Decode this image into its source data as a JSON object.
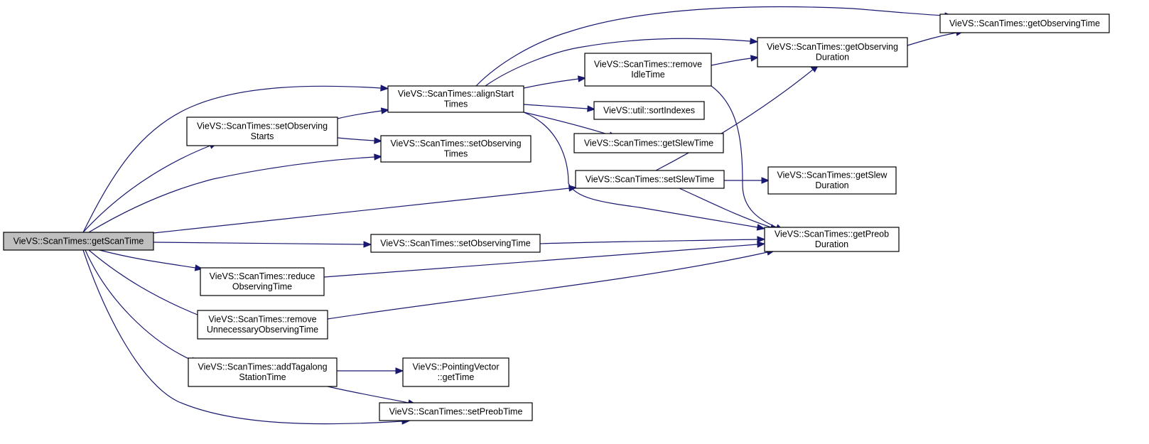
{
  "graph": {
    "root": "getScanTime",
    "edge_color": "#191970",
    "root_fill": "#bfbfbf",
    "nodes": [
      {
        "id": "getScanTime",
        "lines": [
          "VieVS::ScanTimes::getScanTime"
        ],
        "root": true
      },
      {
        "id": "alignStartTimes",
        "lines": [
          "VieVS::ScanTimes::alignStart",
          "Times"
        ]
      },
      {
        "id": "setObservingStarts",
        "lines": [
          "VieVS::ScanTimes::setObserving",
          "Starts"
        ]
      },
      {
        "id": "setObservingTimes",
        "lines": [
          "VieVS::ScanTimes::setObserving",
          "Times"
        ]
      },
      {
        "id": "setSlewTime",
        "lines": [
          "VieVS::ScanTimes::setSlewTime"
        ]
      },
      {
        "id": "setObservingTime",
        "lines": [
          "VieVS::ScanTimes::setObservingTime"
        ]
      },
      {
        "id": "reduceObservingTime",
        "lines": [
          "VieVS::ScanTimes::reduce",
          "ObservingTime"
        ]
      },
      {
        "id": "removeUnnecessaryObservingTime",
        "lines": [
          "VieVS::ScanTimes::remove",
          "UnnecessaryObservingTime"
        ]
      },
      {
        "id": "addTagalongStationTime",
        "lines": [
          "VieVS::ScanTimes::addTagalong",
          "StationTime"
        ]
      },
      {
        "id": "setPreobTime",
        "lines": [
          "VieVS::ScanTimes::setPreobTime"
        ]
      },
      {
        "id": "getObservingTime",
        "lines": [
          "VieVS::ScanTimes::getObservingTime"
        ]
      },
      {
        "id": "getObservingDuration",
        "lines": [
          "VieVS::ScanTimes::getObserving",
          "Duration"
        ]
      },
      {
        "id": "removeIdleTime",
        "lines": [
          "VieVS::ScanTimes::remove",
          "IdleTime"
        ]
      },
      {
        "id": "sortIndexes",
        "lines": [
          "VieVS::util::sortIndexes"
        ]
      },
      {
        "id": "getSlewTime",
        "lines": [
          "VieVS::ScanTimes::getSlewTime"
        ]
      },
      {
        "id": "getPreobDuration",
        "lines": [
          "VieVS::ScanTimes::getPreob",
          "Duration"
        ]
      },
      {
        "id": "getSlewDuration",
        "lines": [
          "VieVS::ScanTimes::getSlew",
          "Duration"
        ]
      },
      {
        "id": "pvGetTime",
        "lines": [
          "VieVS::PointingVector",
          "::getTime"
        ]
      }
    ],
    "edges": [
      [
        "getScanTime",
        "alignStartTimes"
      ],
      [
        "getScanTime",
        "setObservingStarts"
      ],
      [
        "getScanTime",
        "setObservingTimes"
      ],
      [
        "getScanTime",
        "setSlewTime"
      ],
      [
        "getScanTime",
        "setObservingTime"
      ],
      [
        "getScanTime",
        "reduceObservingTime"
      ],
      [
        "getScanTime",
        "removeUnnecessaryObservingTime"
      ],
      [
        "getScanTime",
        "addTagalongStationTime"
      ],
      [
        "getScanTime",
        "setPreobTime"
      ],
      [
        "setObservingStarts",
        "alignStartTimes"
      ],
      [
        "setObservingStarts",
        "setObservingTimes"
      ],
      [
        "alignStartTimes",
        "getObservingTime"
      ],
      [
        "alignStartTimes",
        "getObservingDuration"
      ],
      [
        "alignStartTimes",
        "removeIdleTime"
      ],
      [
        "alignStartTimes",
        "sortIndexes"
      ],
      [
        "alignStartTimes",
        "getSlewTime"
      ],
      [
        "alignStartTimes",
        "getPreobDuration"
      ],
      [
        "removeIdleTime",
        "getObservingDuration"
      ],
      [
        "removeIdleTime",
        "getPreobDuration"
      ],
      [
        "getObservingDuration",
        "getObservingTime"
      ],
      [
        "setSlewTime",
        "getObservingDuration"
      ],
      [
        "setSlewTime",
        "getSlewDuration"
      ],
      [
        "setSlewTime",
        "getPreobDuration"
      ],
      [
        "setObservingTime",
        "getPreobDuration"
      ],
      [
        "reduceObservingTime",
        "getPreobDuration"
      ],
      [
        "removeUnnecessaryObservingTime",
        "getPreobDuration"
      ],
      [
        "addTagalongStationTime",
        "pvGetTime"
      ],
      [
        "addTagalongStationTime",
        "setPreobTime"
      ]
    ]
  }
}
